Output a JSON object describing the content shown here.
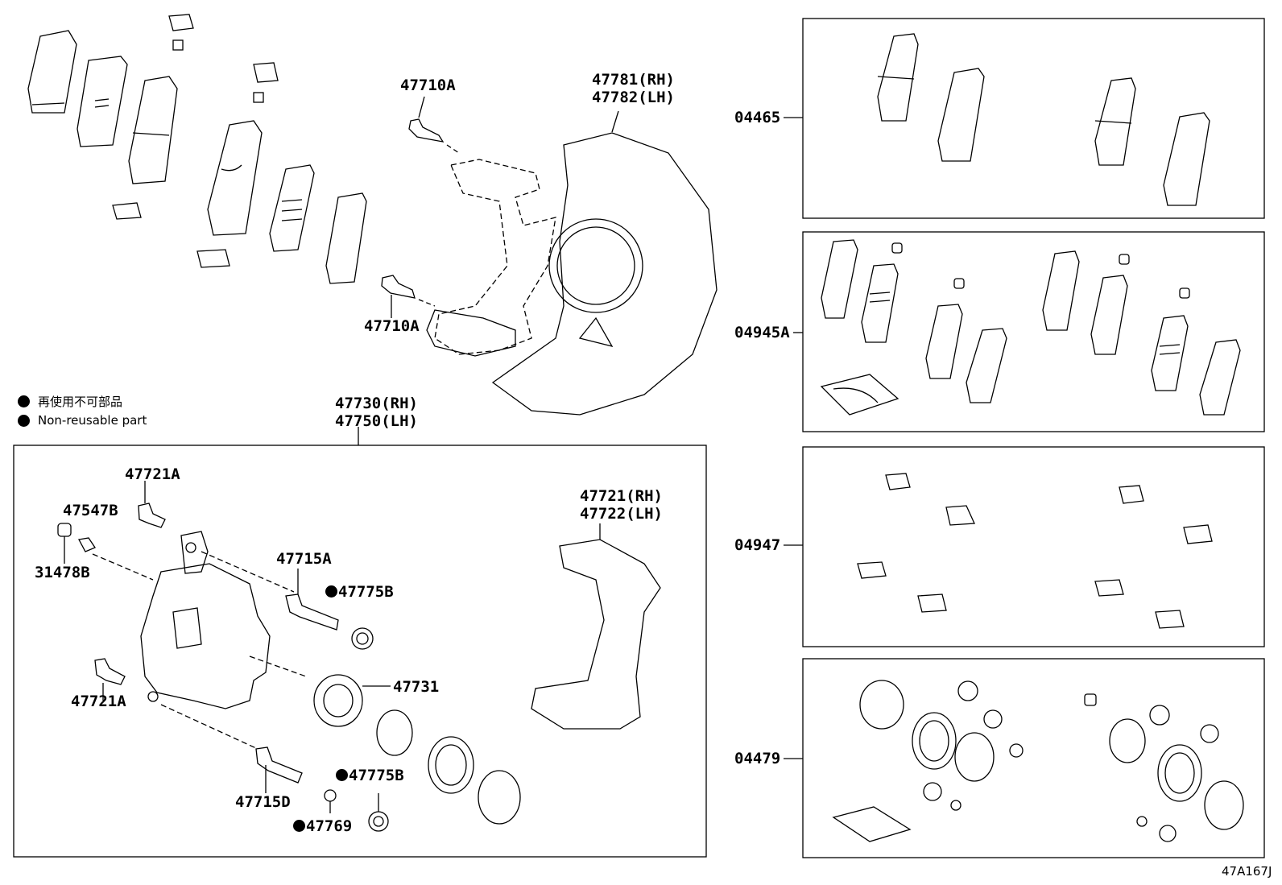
{
  "legend": {
    "non_reusable_jp": "再使用不可部品",
    "non_reusable_en": "Non-reusable part"
  },
  "labels": {
    "p47710A_top": "47710A",
    "p47710A_bottom": "47710A",
    "p47781_rh": "47781(RH)",
    "p47782_lh": "47782(LH)",
    "p47730_rh": "47730(RH)",
    "p47750_lh": "47750(LH)",
    "p47721A_top": "47721A",
    "p47547B": "47547B",
    "p31478B": "31478B",
    "p47715A": "47715A",
    "p47775B_top": "47775B",
    "p47721_rh": "47721(RH)",
    "p47722_lh": "47722(LH)",
    "p47731": "47731",
    "p47721A_bottom": "47721A",
    "p47775B_bottom": "47775B",
    "p47715D": "47715D",
    "p47769": "47769"
  },
  "kits": {
    "k04465": "04465",
    "k04945A": "04945A",
    "k04947": "04947",
    "k04479": "04479"
  },
  "diagram_code": "47A167J"
}
